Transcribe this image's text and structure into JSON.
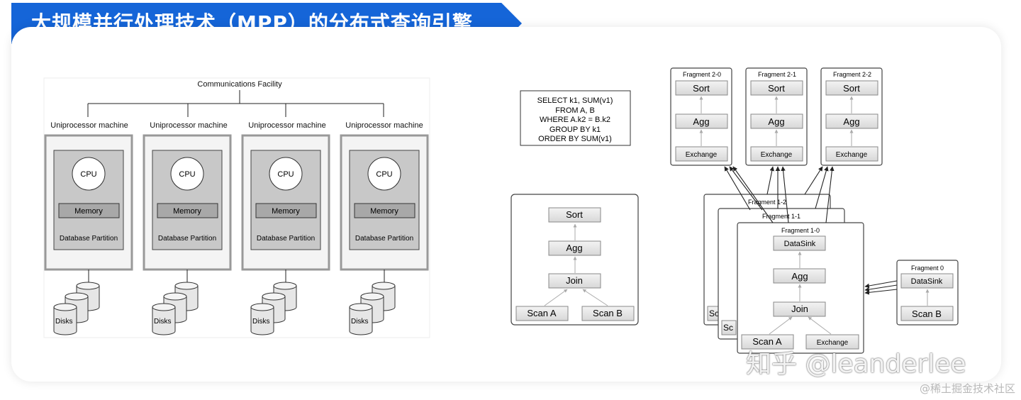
{
  "header": {
    "title": "大规模并行处理技术（MPP）的分布式查询引擎"
  },
  "left_diagram": {
    "comm_label": "Communications Facility",
    "machines": [
      {
        "title": "Uniprocessor machine",
        "cpu": "CPU",
        "memory": "Memory",
        "partition": "Database Partition",
        "disks": "Disks"
      },
      {
        "title": "Uniprocessor machine",
        "cpu": "CPU",
        "memory": "Memory",
        "partition": "Database Partition",
        "disks": "Disks"
      },
      {
        "title": "Uniprocessor machine",
        "cpu": "CPU",
        "memory": "Memory",
        "partition": "Database Partition",
        "disks": "Disks"
      },
      {
        "title": "Uniprocessor machine",
        "cpu": "CPU",
        "memory": "Memory",
        "partition": "Database Partition",
        "disks": "Disks"
      }
    ]
  },
  "sql": {
    "lines": [
      "SELECT k1, SUM(v1)",
      "FROM A, B",
      "WHERE A.k2 = B.k2",
      "GROUP BY k1",
      "ORDER BY SUM(v1)"
    ]
  },
  "logical_plan": {
    "sort": "Sort",
    "agg": "Agg",
    "join": "Join",
    "scan_a": "Scan A",
    "scan_b": "Scan B"
  },
  "fragments_top": [
    {
      "label": "Fragment 2-0",
      "sort": "Sort",
      "agg": "Agg",
      "exchange": "Exchange"
    },
    {
      "label": "Fragment 2-1",
      "sort": "Sort",
      "agg": "Agg",
      "exchange": "Exchange"
    },
    {
      "label": "Fragment 2-2",
      "sort": "Sort",
      "agg": "Agg",
      "exchange": "Exchange"
    }
  ],
  "fragments_mid": {
    "back2": {
      "label": "Fragment 1-2",
      "scan": "Sc"
    },
    "back1": {
      "label": "Fragment 1-1",
      "scan": "Sc"
    },
    "front": {
      "label": "Fragment 1-0",
      "datasink": "DataSink",
      "agg": "Agg",
      "join": "Join",
      "scan_a": "Scan A",
      "exchange": "Exchange"
    }
  },
  "fragment0": {
    "label": "Fragment 0",
    "datasink": "DataSink",
    "scan_b": "Scan B"
  },
  "watermarks": {
    "zhihu": "知乎 @leanderlee",
    "footer": "@稀土掘金技术社区"
  }
}
